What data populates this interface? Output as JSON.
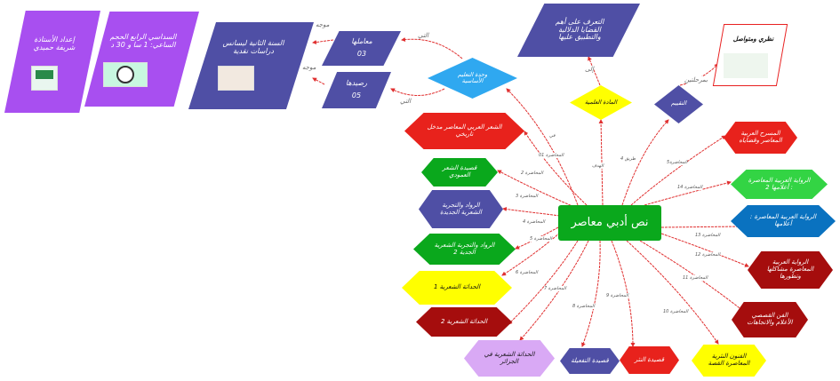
{
  "center": {
    "label": "نص أدبي معاصر"
  },
  "top_chain": {
    "teacher": "إعداد الأستاذة شريفة حميدي",
    "semester": "السداسي الرابع الحجم الساعي: 1 سا و 30 د",
    "year": "السنة الثانية ليسانس دراسات نقدية",
    "coefficient": {
      "label": "معاملها",
      "value": "03"
    },
    "credit": {
      "label": "رصيدها",
      "value": "05"
    },
    "unit": "وحدة التعليم الأساسية",
    "goal": "التعرف على أهم القضايا الدلالية والتطبيق عليها",
    "subject": "المادة العلمية",
    "evaluation": "التقييم",
    "evaluation_type": "نظري ومتواصل",
    "edge_labels": {
      "which1": "التي",
      "which2": "التي",
      "directed1": "موجه",
      "directed2": "موجه",
      "to": "إلى",
      "two_stages": "بمرحلتين",
      "in": "في",
      "goal": "الهدف",
      "way": "طريق 4"
    }
  },
  "lectures": [
    {
      "edge": "المحاضرة 01",
      "label": "الشعر العربي المعاصر مدخل تاريخي",
      "color": "#e8221c"
    },
    {
      "edge": "المحاضرة 2",
      "label": "قصيدة الشعر العمودي",
      "color": "#0aa81c"
    },
    {
      "edge": "المحاضرة 3",
      "label": "الرواد والتجربة الشعرية الجديدة",
      "color": "#4f4fa5"
    },
    {
      "edge": "المحاضرة 4",
      "label": "الرواد والتجربة الشعرية الجدية 2",
      "color": "#0aa81c"
    },
    {
      "edge": "المحاضرة 5",
      "label": "الحداثة الشعرية 1",
      "color": "#ffff00"
    },
    {
      "edge": "المحاضرة 6",
      "label": "الحداثة الشعرية 2",
      "color": "#a50d0d"
    },
    {
      "edge": "المحاضرة 7",
      "label": "الحداثة الشعرية في الجزائر",
      "color": "#d9a9f5"
    },
    {
      "edge": "المحاضرة 8",
      "label": "قصيدة التفعيلة",
      "color": "#4f4fa5"
    },
    {
      "edge": "المحاضرة 9",
      "label": "قصيدة النثر",
      "color": "#e8221c"
    },
    {
      "edge": "المحاضرة 10",
      "label": "الفنون النثرية المعاصرة القصة",
      "color": "#ffff00"
    },
    {
      "edge": "المحاضرة 11",
      "label": "الفن القصصي الأعلام والاتجاهات",
      "color": "#a50d0d"
    },
    {
      "edge": "المحاضرة 12",
      "label": "الرواية العربية المعاصرة مشاكلها وتطورها",
      "color": "#a50d0d"
    },
    {
      "edge": "المحاضرة 13",
      "label": "الرواية العربية المعاصرة : أعلامها",
      "color": "#0a72c0"
    },
    {
      "edge": "المحاضرة 14",
      "label": "الرواية العربية المعاصرة : أعلامها 2",
      "color": "#33d444"
    },
    {
      "edge": "المحاضرة5",
      "label": "المسرح العربية المعاصر وقضاياه",
      "color": "#e8221c"
    }
  ]
}
